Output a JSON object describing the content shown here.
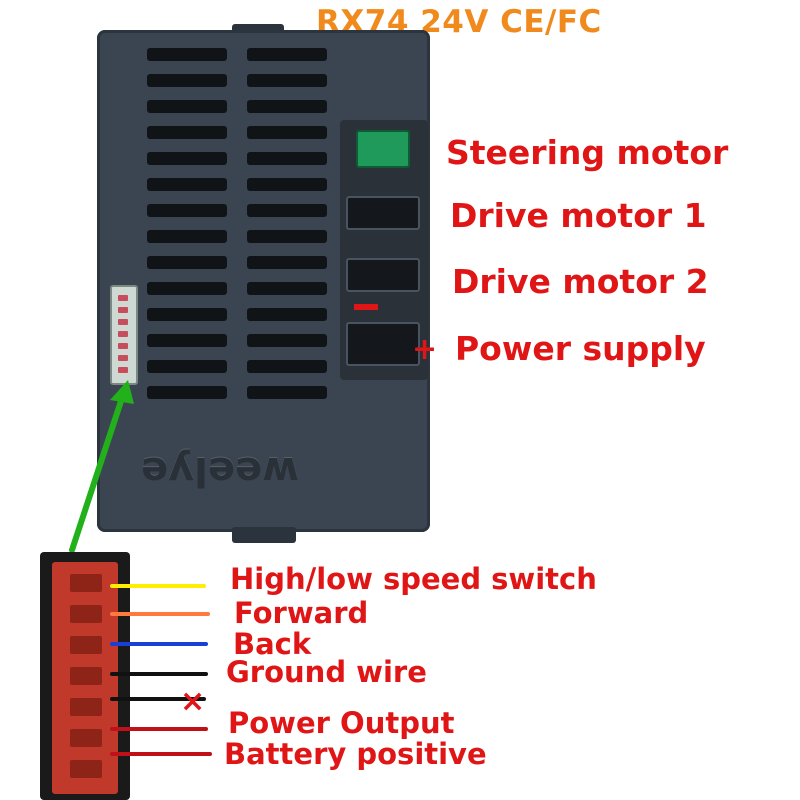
{
  "title": "RX74 24V CE/FC",
  "brand": "weelye",
  "controller_labels": [
    {
      "text": "Steering motor"
    },
    {
      "text": "Drive motor 1"
    },
    {
      "text": "Drive motor 2"
    },
    {
      "text": "Power supply"
    }
  ],
  "wire_labels": [
    {
      "text": "High/low speed switch",
      "color": "#ffee00"
    },
    {
      "text": "Forward",
      "color": "#ff7a3c"
    },
    {
      "text": "Back",
      "color": "#1a3fd6"
    },
    {
      "text": "Ground wire",
      "color": "#111111"
    },
    {
      "text": "",
      "color": "#111111"
    },
    {
      "text": "Power Output",
      "color": "#c0101a"
    },
    {
      "text": "Battery positive",
      "color": "#c0101a"
    }
  ],
  "colors": {
    "title": "#f08a1c",
    "labels": "#e01616",
    "arrow": "#22b11a"
  }
}
